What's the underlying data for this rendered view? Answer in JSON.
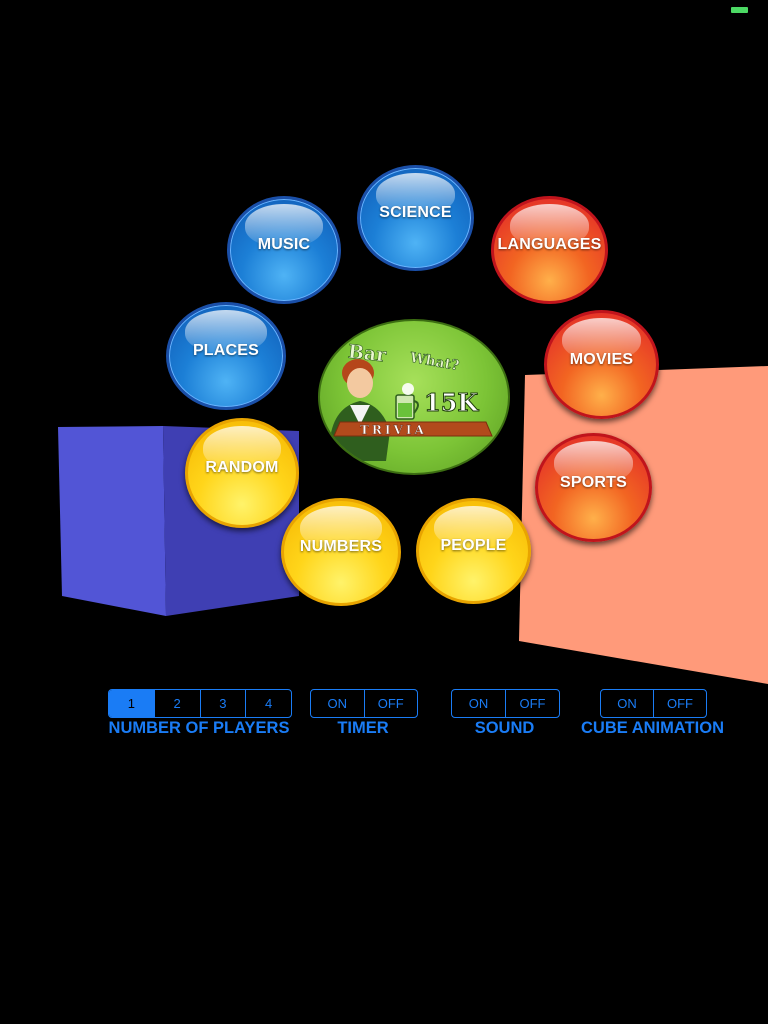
{
  "categories": {
    "science": "SCIENCE",
    "music": "MUSIC",
    "languages": "LANGUAGES",
    "places": "PLACES",
    "movies": "MOVIES",
    "random": "RANDOM",
    "sports": "SPORTS",
    "numbers": "NUMBERS",
    "people": "PEOPLE"
  },
  "logo": {
    "line1": "Bar",
    "line2": "What?",
    "count": "15K",
    "banner": "TRIVIA"
  },
  "settings": {
    "players": {
      "label": "NUMBER OF PLAYERS",
      "options": [
        "1",
        "2",
        "3",
        "4"
      ],
      "selected": "1"
    },
    "timer": {
      "label": "TIMER",
      "on": "ON",
      "off": "OFF"
    },
    "sound": {
      "label": "SOUND",
      "on": "ON",
      "off": "OFF"
    },
    "cube_animation": {
      "label": "CUBE ANIMATION",
      "on": "ON",
      "off": "OFF"
    }
  },
  "colors": {
    "accent": "#1a7cf5",
    "cube_blue": "#4a4dcc",
    "cube_salmon": "#ff9a7a",
    "battery": "#4cd964"
  }
}
